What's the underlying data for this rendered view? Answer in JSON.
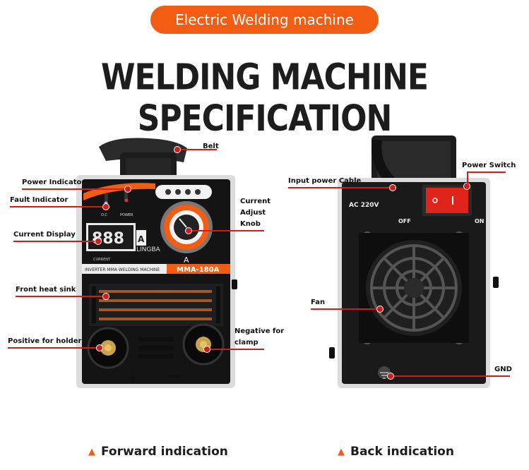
{
  "header": {
    "badge": "Electric  Welding machine",
    "title": "WELDING MACHINE SPECIFICATION",
    "accent_color": "#f25c13"
  },
  "front": {
    "labels": {
      "belt": "Belt",
      "power_indicator": "Power Indicator",
      "fault_indicator": "Fault Indicator",
      "current_display": "Current Display",
      "front_heat_sink": "Front heat sink",
      "positive_holder": "Positive for  holder",
      "current_adjust_knob_1": "Current",
      "current_adjust_knob_2": "Adjust",
      "current_adjust_knob_3": "Knob",
      "negative_clamp_1": "Negative for",
      "negative_clamp_2": "clamp"
    },
    "panel": {
      "display_value": "888",
      "display_unit": "A",
      "knob_unit": "A",
      "brand": "LINGBA",
      "model": "MMA-180A",
      "strip_text": "INVERTER MMA WELDING MACHINE",
      "current_text": "CURRENT",
      "oc_text": "O.C",
      "power_text": "POWER",
      "plus": "+",
      "minus": "−"
    },
    "caption": "Forward indication"
  },
  "back": {
    "labels": {
      "input_power_cable": "Input power Cable",
      "power_switch": "Power Switch",
      "fan": "Fan",
      "gnd": "GND"
    },
    "panel": {
      "ac": "AC 220V",
      "off": "OFF",
      "on": "ON"
    },
    "caption": "Back indication"
  },
  "icons": [
    "triangle-up-icon",
    "fan-icon",
    "ground-icon",
    "power-switch-icon"
  ]
}
